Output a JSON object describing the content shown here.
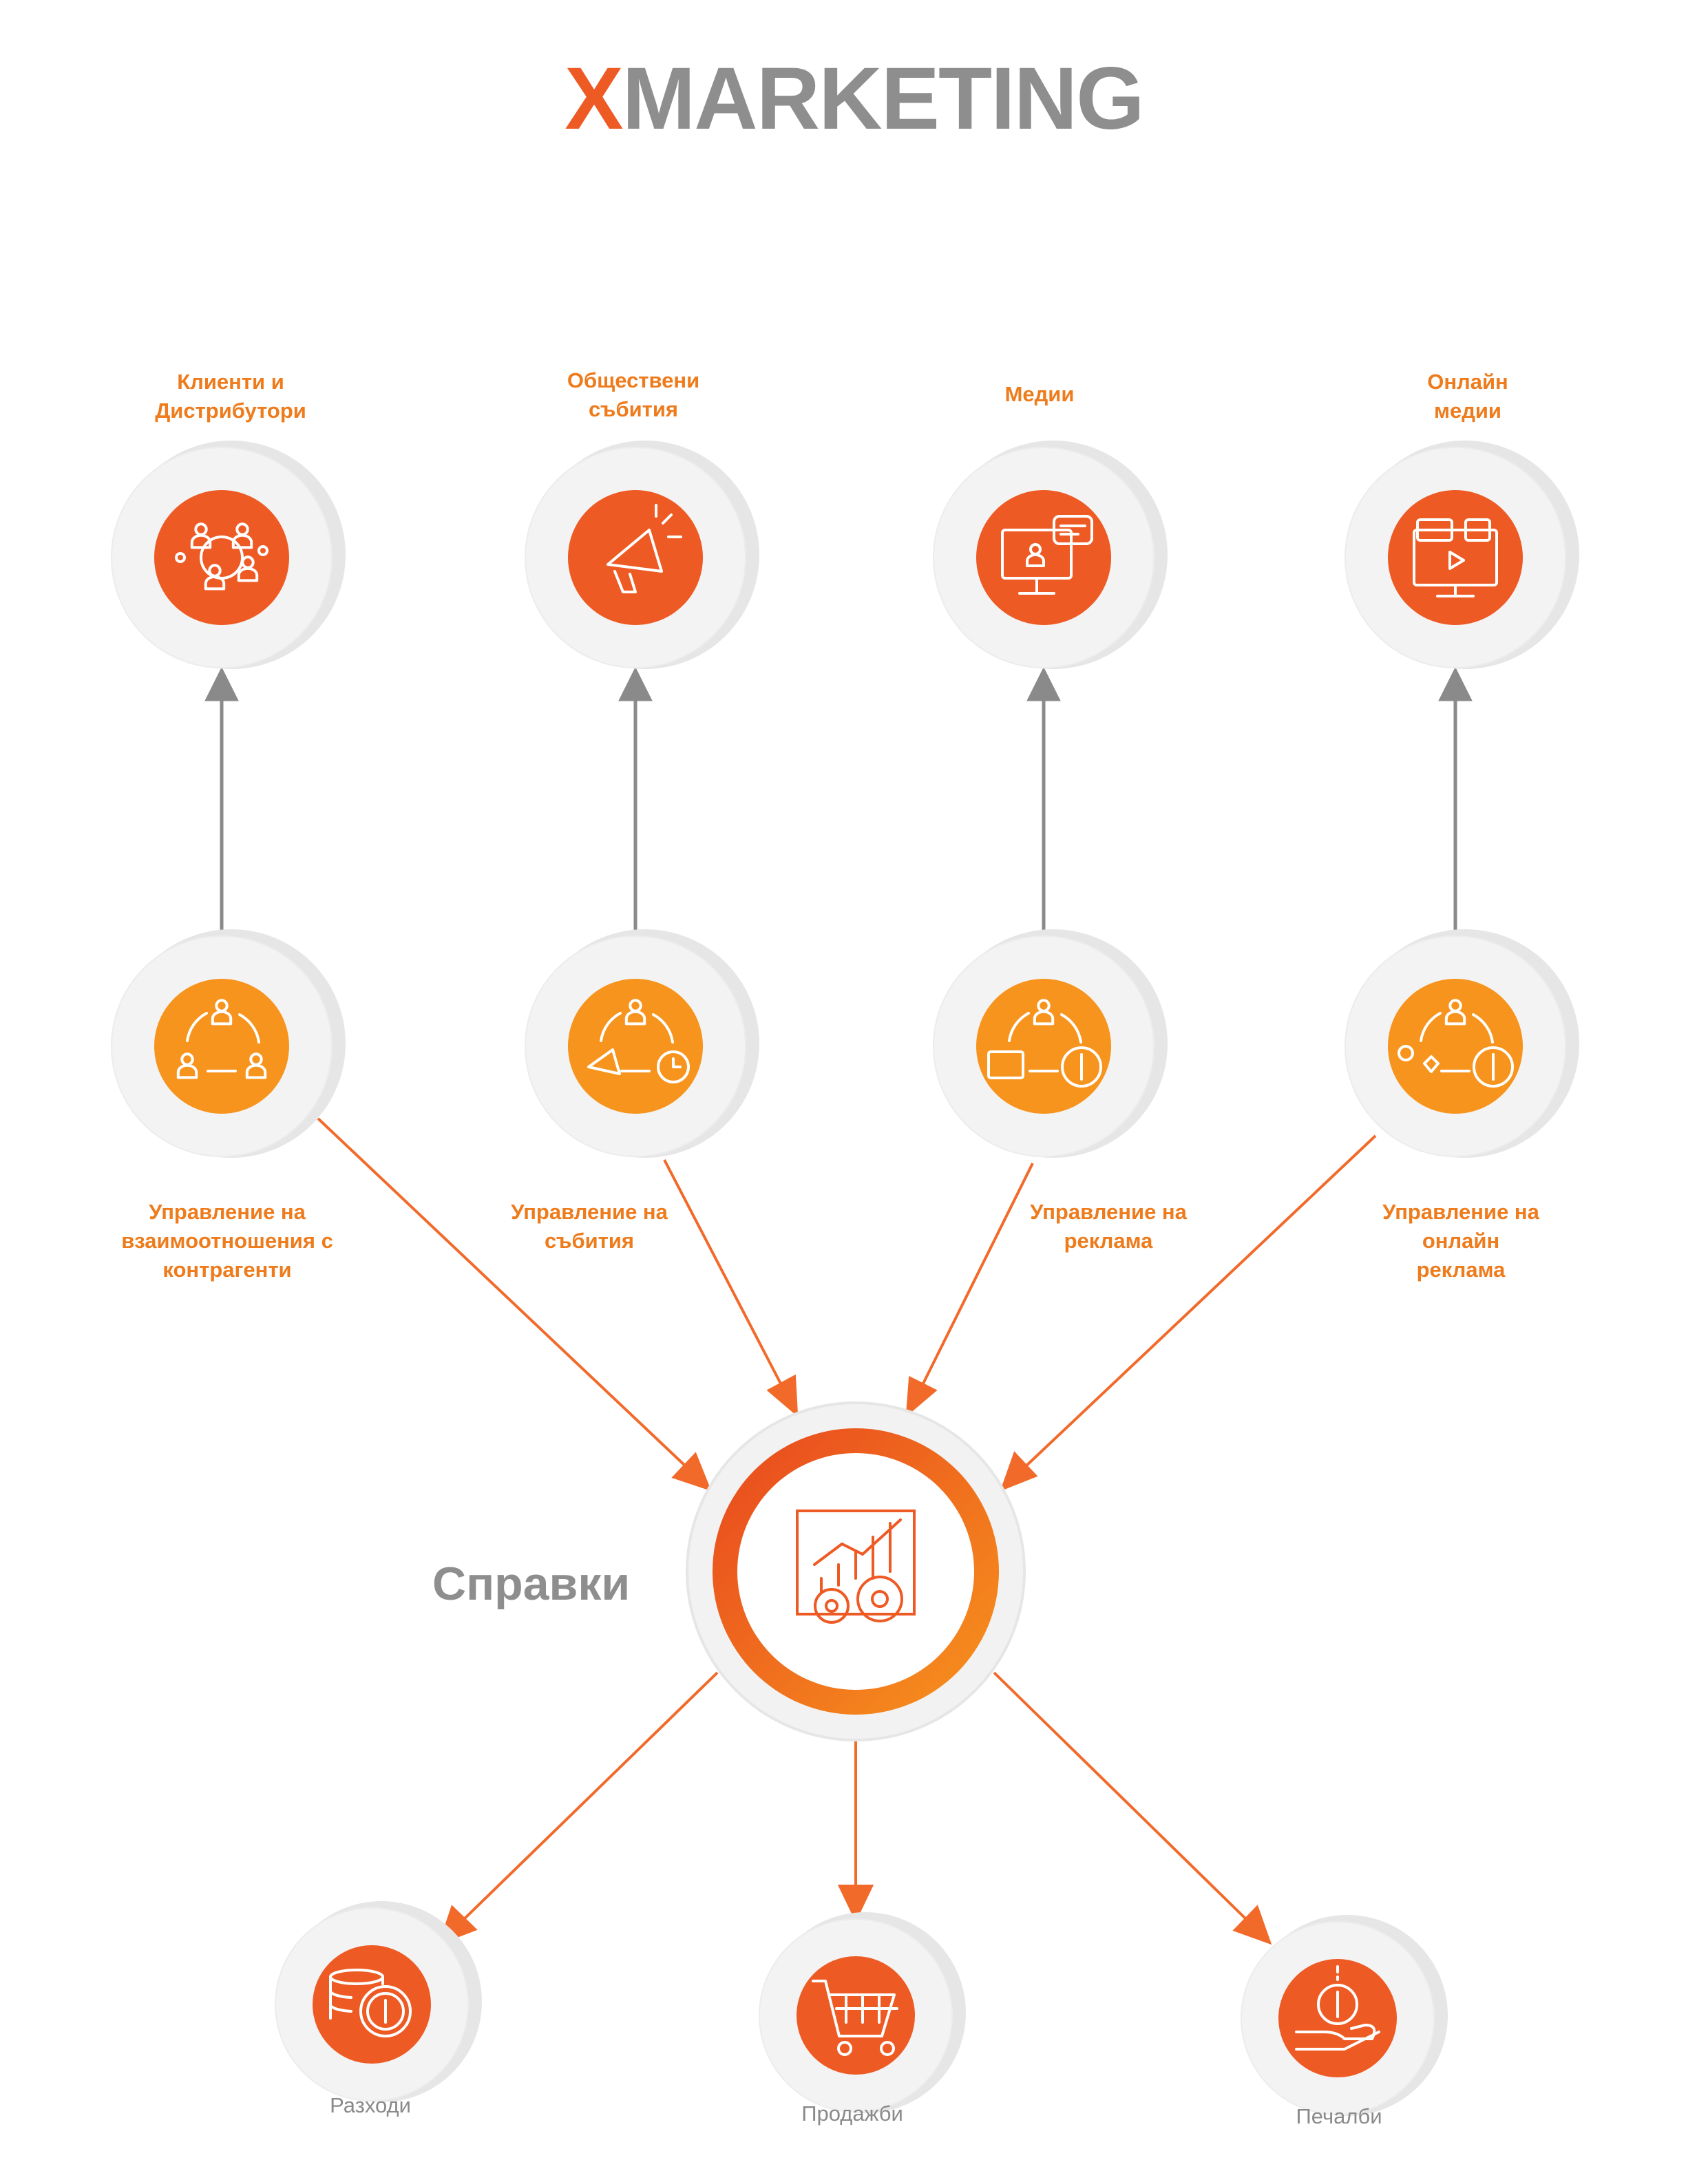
{
  "logo": {
    "x": "X",
    "rest": "MARKETING"
  },
  "top_row": [
    {
      "label": "Клиенти и\nДистрибутори",
      "icon": "people-network-icon"
    },
    {
      "label": "Обществени\nсъбития",
      "icon": "megaphone-icon"
    },
    {
      "label": "Медии",
      "icon": "monitor-chat-icon"
    },
    {
      "label": "Онлайн\nмедии",
      "icon": "social-media-screen-icon"
    }
  ],
  "middle_row": [
    {
      "label": "Управление на\nвзаимоотношения с\nконтрагенти",
      "icon": "relationship-cycle-icon"
    },
    {
      "label": "Управление на\nсъбития",
      "icon": "event-cycle-icon"
    },
    {
      "label": "Управление на\nреклама",
      "icon": "advertising-cycle-icon"
    },
    {
      "label": "Управление на\nонлайн\nреклама",
      "icon": "online-ad-cycle-icon"
    }
  ],
  "hub": {
    "label": "Справки",
    "icon": "analytics-gears-icon"
  },
  "bottom_row": [
    {
      "label": "Разходи",
      "icon": "coins-dollar-icon"
    },
    {
      "label": "Продажби",
      "icon": "shopping-cart-icon"
    },
    {
      "label": "Печалби",
      "icon": "hand-dollar-icon"
    }
  ],
  "colors": {
    "orange_dark": "#ee5a24",
    "orange_light": "#f7941d",
    "label_orange": "#ee7b1c",
    "grey_text": "#8e8e8e",
    "arrow_grey": "#8a8a8a",
    "arrow_orange": "#f26a2a"
  }
}
